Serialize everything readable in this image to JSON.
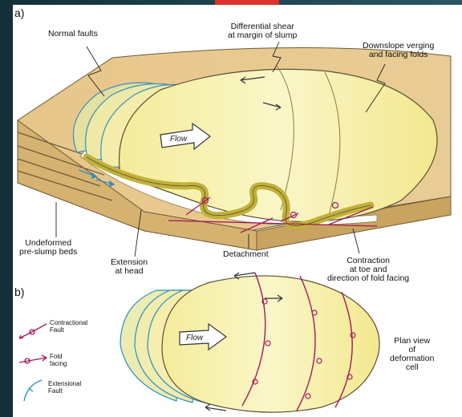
{
  "panels": {
    "a": "a)",
    "b": "b)"
  },
  "labels": {
    "normal_faults": "Normal faults",
    "differential_shear_1": "Differential shear",
    "differential_shear_2": "at margin of slump",
    "downslope_1": "Downslope verging",
    "downslope_2": "and facing folds",
    "undeformed_1": "Undeformed",
    "undeformed_2": "pre-slump beds",
    "extension_1": "Extension",
    "extension_2": "at head",
    "detachment": "Detachment",
    "contraction_1": "Contraction",
    "contraction_2": "at toe and",
    "contraction_3": "direction of fold facing",
    "flow_a": "Flow",
    "flow_b": "Flow",
    "plan_1": "Plan view",
    "plan_2": "of",
    "plan_3": "deformation",
    "plan_4": "cell"
  },
  "legend": {
    "contractional_1": "Contractional",
    "contractional_2": "Fault",
    "fold_1": "Fold",
    "fold_2": "facing",
    "extensional_1": "Extensional",
    "extensional_2": "Fault"
  },
  "colors": {
    "block_top": "#e8c98f",
    "block_side": "#d7b574",
    "slump": "#f7f0a6",
    "slump_light": "#fbf8d6",
    "contractional": "#a3195b",
    "extensional": "#2b8fc4"
  }
}
